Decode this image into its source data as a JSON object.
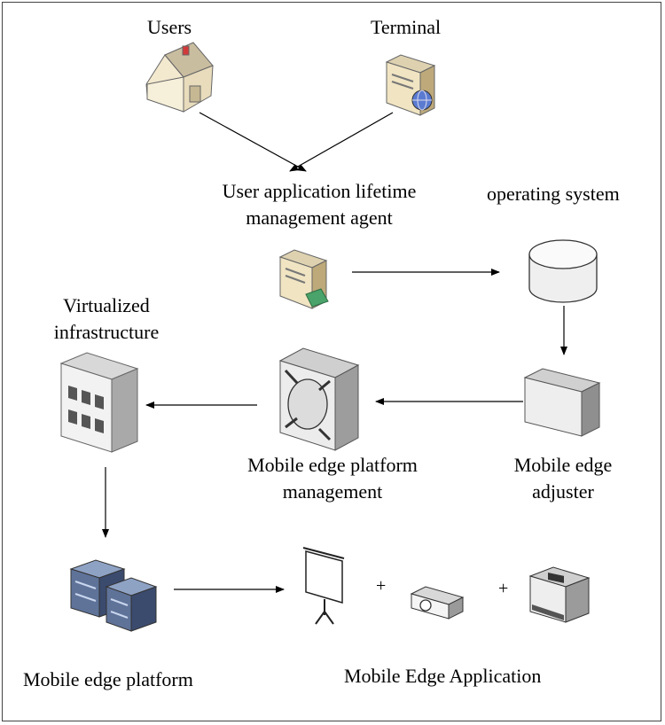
{
  "labels": {
    "users": "Users",
    "terminal": "Terminal",
    "agent_line1": "User application lifetime",
    "agent_line2": "management agent",
    "os": "operating system",
    "virt_line1": "Virtualized",
    "virt_line2": "infrastructure",
    "mep_mgmt_line1": "Mobile edge platform",
    "mep_mgmt_line2": "management",
    "adjuster_line1": "Mobile edge",
    "adjuster_line2": "adjuster",
    "mep": "Mobile edge platform",
    "mea": "Mobile Edge Application",
    "plus": "+"
  },
  "icons": {
    "users": "house-icon",
    "terminal": "web-server-icon",
    "agent": "server-icon",
    "os": "database-cylinder-icon",
    "virt": "building-icon",
    "mep_mgmt": "platform-management-icon",
    "adjuster": "box-icon",
    "mep": "server-rack-icon",
    "screen": "projection-screen-icon",
    "projector": "projector-icon",
    "printer": "printer-icon"
  },
  "colors": {
    "line": "#000000",
    "frame": "#444444"
  }
}
